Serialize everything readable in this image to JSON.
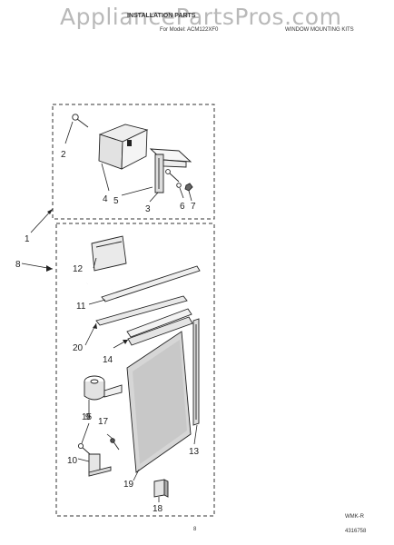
{
  "header": {
    "watermark": "AppliancePartsPros.com",
    "title": "INSTALLATION PARTS",
    "model": "For Model: ACM122XF0",
    "section": "WINDOW MOUNTING KITS"
  },
  "callouts": [
    "1",
    "2",
    "3",
    "4",
    "5",
    "6",
    "7",
    "8",
    "9",
    "10",
    "11",
    "12",
    "13",
    "14",
    "15",
    "17",
    "18",
    "19",
    "20"
  ],
  "footer": {
    "code": "WMK-R",
    "page": "8",
    "doc": "4316758"
  }
}
